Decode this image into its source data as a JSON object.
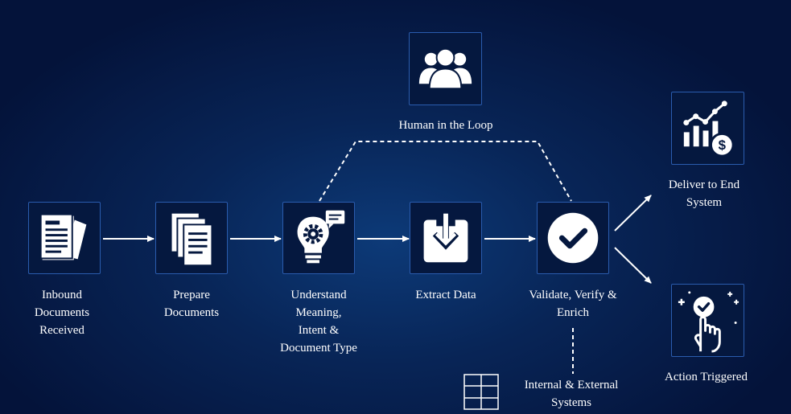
{
  "colors": {
    "background": "#082557",
    "box_fill": "#05183f",
    "box_border": "#2a5cae",
    "icon": "#ffffff",
    "arrow": "#ffffff"
  },
  "nodes": [
    {
      "id": "inbound",
      "icon": "documents-icon",
      "lines": [
        "Inbound",
        "Documents",
        "Received"
      ]
    },
    {
      "id": "prepare",
      "icon": "stacked-pages-icon",
      "lines": [
        "Prepare",
        "Documents"
      ]
    },
    {
      "id": "understand",
      "icon": "lightbulb-gear-icon",
      "lines": [
        "Understand",
        "Meaning,",
        "Intent &",
        "Document Type"
      ]
    },
    {
      "id": "extract",
      "icon": "download-tray-icon",
      "lines": [
        "Extract Data"
      ]
    },
    {
      "id": "validate",
      "icon": "checkmark-circle-icon",
      "lines": [
        "Validate, Verify &",
        "Enrich"
      ]
    },
    {
      "id": "human",
      "icon": "people-group-icon",
      "lines": [
        "Human in the Loop"
      ]
    },
    {
      "id": "deliver",
      "icon": "chart-dollar-icon",
      "lines": [
        "Deliver to End",
        "System"
      ]
    },
    {
      "id": "action",
      "icon": "hand-tap-check-icon",
      "lines": [
        "Action Triggered"
      ]
    },
    {
      "id": "systems",
      "icon": "grid-table-icon",
      "lines": [
        "Internal & External",
        "Systems"
      ]
    }
  ]
}
